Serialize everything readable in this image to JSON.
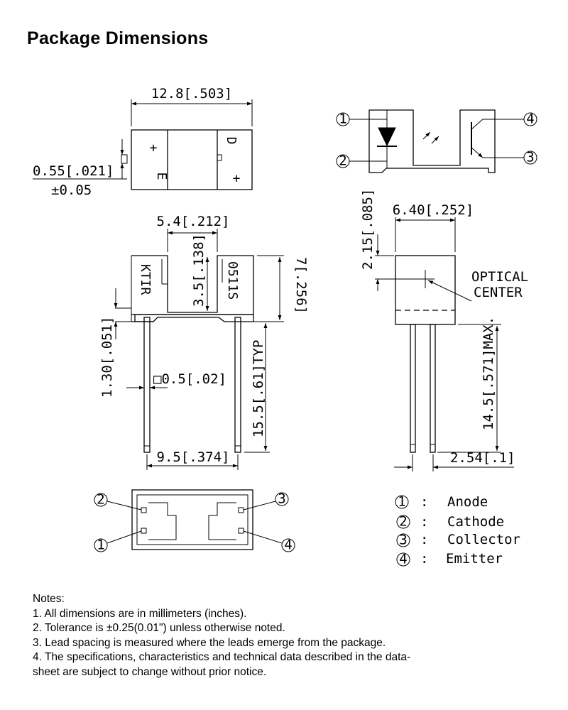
{
  "title": "Package Dimensions",
  "dims": {
    "overall_width": "12.8[.503]",
    "pin_stub": "0.55[.021]",
    "pin_stub_tol": "±0.05",
    "gap_width": "5.4[.212]",
    "slot_depth": "3.5[.138]",
    "body_height": "7[.256]",
    "flange": "1.30[.051]",
    "lead_square": "□0.5[.02]",
    "lead_length": "15.5[.61]TYP",
    "lead_spacing_front": "9.5[.374]",
    "side_top": "2.15[.085]",
    "side_width": "6.40[.252]",
    "side_lead": "14.5[.571]MAX.",
    "side_pitch": "2.54[.1]",
    "optical_center_1": "OPTICAL",
    "optical_center_2": "CENTER"
  },
  "markings": {
    "e_letter": "E",
    "d_letter": "D",
    "plus": "+",
    "brand": "KTIR",
    "part": "0511S"
  },
  "pins": {
    "n1": "1",
    "n2": "2",
    "n3": "3",
    "n4": "4"
  },
  "legend": [
    {
      "num": "1",
      "colon": ":",
      "name": "Anode"
    },
    {
      "num": "2",
      "colon": ":",
      "name": "Cathode"
    },
    {
      "num": "3",
      "colon": ":",
      "name": "Collector"
    },
    {
      "num": "4",
      "colon": ":",
      "name": "Emitter"
    }
  ],
  "notes": {
    "heading": "Notes:",
    "n1": "1. All dimensions are in millimeters (inches).",
    "n2": "2. Tolerance is ±0.25(0.01\") unless otherwise noted.",
    "n3": "3. Lead spacing is measured where the leads emerge from the package.",
    "n4a": "4. The specifications, characteristics and technical data described in the data-",
    "n4b": "sheet are subject to change without prior notice."
  }
}
